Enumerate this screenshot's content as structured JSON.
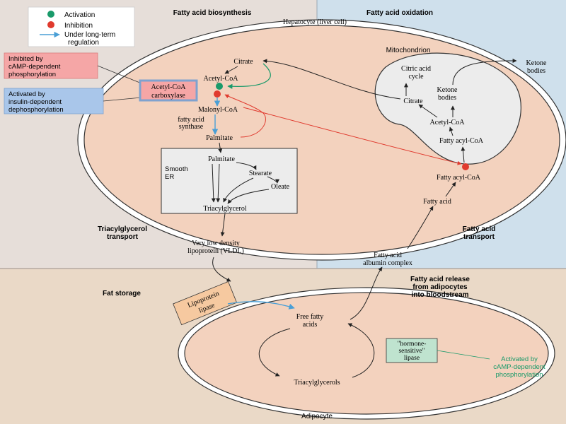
{
  "legend": {
    "activation": "Activation",
    "inhibition": "Inhibition",
    "regulation_line1": "Under long-term",
    "regulation_line2": "regulation"
  },
  "sections": {
    "biosynthesis": "Fatty acid biosynthesis",
    "oxidation": "Fatty acid oxidation",
    "tg_transport_1": "Triacylglycerol",
    "tg_transport_2": "transport",
    "fa_transport_1": "Fatty acid",
    "fa_transport_2": "transport",
    "fat_storage": "Fat storage",
    "release_1": "Fatty acid release",
    "release_2": "from adipocytes",
    "release_3": "into bloodstream"
  },
  "cells": {
    "hepatocyte": "Hepatocyte (liver cell)",
    "mitochondrion": "Mitochondrion",
    "smooth_er_1": "Smooth",
    "smooth_er_2": "ER",
    "adipocyte": "Adipocyte"
  },
  "callouts": {
    "inhibited_1": "Inhibited by",
    "inhibited_2": "cAMP-dependent",
    "inhibited_3": "phosphorylation",
    "activated_1": "Activated by",
    "activated_2": "insulin-dependent",
    "activated_3": "dephosphorylation",
    "hsl_activated_1": "Activated by",
    "hsl_activated_2": "cAMP-dependent",
    "hsl_activated_3": "phosphorylation"
  },
  "enzymes": {
    "acc_1": "Acetyl-CoA",
    "acc_2": "carboxylase",
    "fas_1": "fatty acid",
    "fas_2": "synthase",
    "lpl_1": "Lipoprotein",
    "lpl_2": "lipase",
    "hsl_1": "\"hormone-",
    "hsl_2": "sensitive\"",
    "hsl_3": "lipase"
  },
  "metabolites": {
    "citrate": "Citrate",
    "acetyl_coa": "Acetyl-CoA",
    "malonyl_coa": "Malonyl-CoA",
    "palmitate": "Palmitate",
    "er_palmitate": "Palmitate",
    "stearate": "Stearate",
    "oleate": "Oleate",
    "triacylglycerol": "Triacylglycerol",
    "vldl_1": "Very low density",
    "vldl_2": "lipoprotein (VLDL)",
    "citric_cycle_1": "Citric acid",
    "citric_cycle_2": "cycle",
    "mito_citrate": "Citrate",
    "ketone_1": "Ketone",
    "ketone_2": "bodies",
    "ketone_out_1": "Ketone",
    "ketone_out_2": "bodies",
    "mito_acetyl_coa": "Acetyl-CoA",
    "mito_fatty_acyl": "Fatty acyl-CoA",
    "cyto_fatty_acyl": "Fatty acyl-CoA",
    "fatty_acid": "Fatty acid",
    "fa_albumin_1": "Fatty acid",
    "fa_albumin_2": "albumin complex",
    "free_fa_1": "Free fatty",
    "free_fa_2": "acids",
    "adipo_tg": "Triacylglycerols"
  },
  "colors": {
    "left_bg": "#e6ded9",
    "right_bg": "#cfe0ec",
    "bottom_bg": "#ead9c7",
    "cell_fill": "#f3d2be",
    "mito_fill": "#ececec",
    "er_fill": "#ececec",
    "activation": "#1a9a6a",
    "inhibition": "#e03a2e",
    "regulation": "#4a9fd6",
    "inhibited_box": "#f5a6a6",
    "activated_box": "#a9c6ea",
    "lipase_box": "#f6c9a0",
    "hsl_box": "#bfe3cf"
  }
}
